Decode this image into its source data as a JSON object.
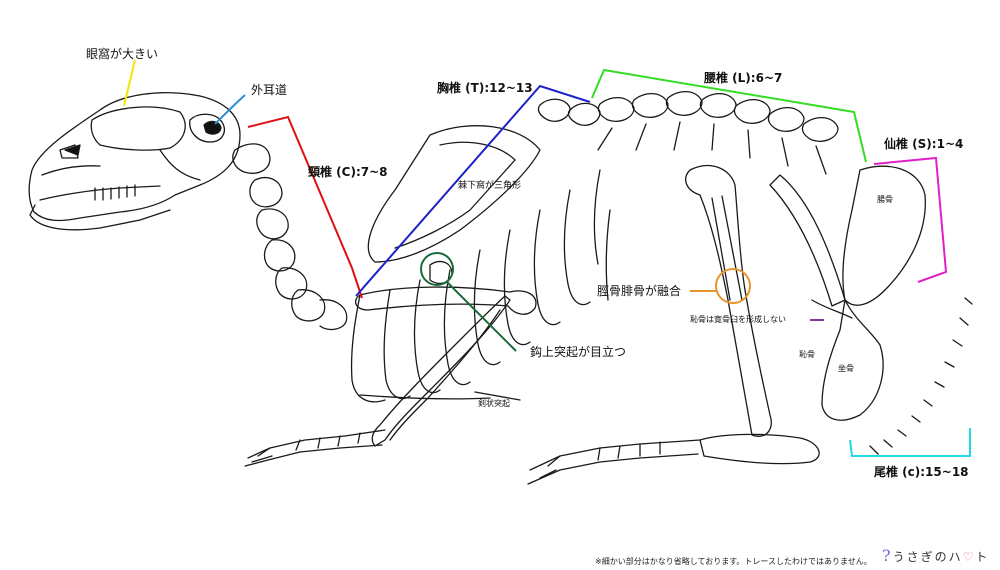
{
  "labels": {
    "orbit": "眼窩が大きい",
    "ear": "外耳道",
    "cervical": "頸椎 (C):7~8",
    "thoracic": "胸椎 (T):12~13",
    "lumbar": "腰椎 (L):6~7",
    "sacral": "仙椎 (S):1~4",
    "caudal": "尾椎 (c):15~18",
    "scapula": "棘下窩が三角形",
    "coracoid": "鈎上突起が目立つ",
    "tibiofibula": "脛骨腓骨が融合",
    "pubis_note": "恥骨は寛骨臼を形成しない",
    "xiphoid": "剣状突起",
    "ilium": "腸骨",
    "pubis": "恥骨",
    "ischium": "坐骨"
  },
  "colors": {
    "orbit": "#f2e600",
    "ear": "#2a8fd6",
    "cervical": "#e01010",
    "thoracic": "#1a22c8",
    "lumbar": "#33dd22",
    "sacral": "#e020c8",
    "caudal": "#22d8e8",
    "coracoid": "#1a6a3a",
    "tibiofibula": "#e8952a",
    "pubis_note": "#7a3aa8",
    "bone": "#1a1a1a"
  },
  "footer": {
    "note": "※細かい部分はかなり省略しております。トレースしたわけではありません。",
    "logo_mark": "?",
    "logo_text": "うさぎのハ",
    "logo_heart": "♡",
    "logo_end": "ト"
  }
}
